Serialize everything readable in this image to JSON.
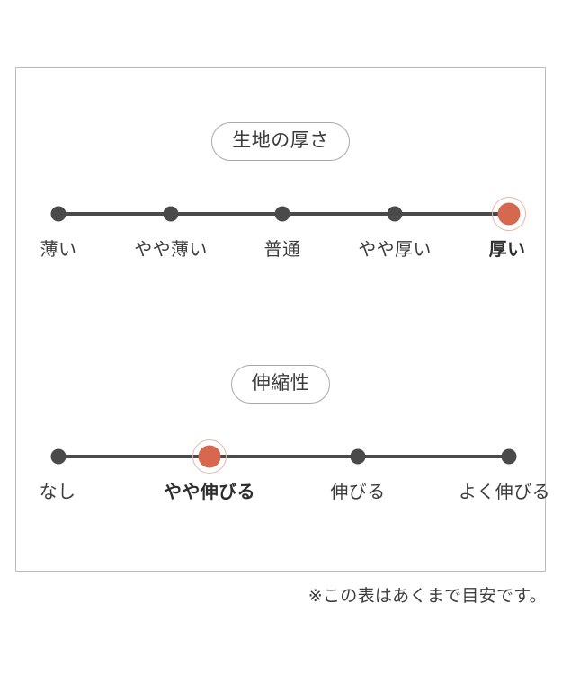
{
  "card": {
    "footer_note": "※この表はあくまで目安です。"
  },
  "colors": {
    "active": "#d5684f",
    "inactive": "#4a4a4a",
    "text": "#3d3d3d",
    "border": "#bcbcbc"
  },
  "charts": [
    {
      "title": "生地の厚さ",
      "labels": [
        "薄い",
        "やや薄い",
        "普通",
        "やや厚い",
        "厚い"
      ],
      "selected_index": 4
    },
    {
      "title": "伸縮性",
      "labels": [
        "なし",
        "やや伸びる",
        "伸びる",
        "よく伸びる"
      ],
      "selected_index": 1
    }
  ],
  "chart_data": {
    "type": "scatter",
    "title": "",
    "series": [
      {
        "name": "生地の厚さ",
        "categories": [
          "薄い",
          "やや薄い",
          "普通",
          "やや厚い",
          "厚い"
        ],
        "values": [
          0,
          1,
          2,
          3,
          4
        ],
        "selected": "厚い",
        "selected_index": 4,
        "scale_min": "薄い",
        "scale_max": "厚い",
        "steps": 5
      },
      {
        "name": "伸縮性",
        "categories": [
          "なし",
          "やや伸びる",
          "伸びる",
          "よく伸びる"
        ],
        "values": [
          0,
          1,
          2,
          3
        ],
        "selected": "やや伸びる",
        "selected_index": 1,
        "scale_min": "なし",
        "scale_max": "よく伸びる",
        "steps": 4
      }
    ],
    "xlabel": "",
    "ylabel": "",
    "legend": [],
    "grid": false,
    "annotation": "※この表はあくまで目安です。"
  }
}
